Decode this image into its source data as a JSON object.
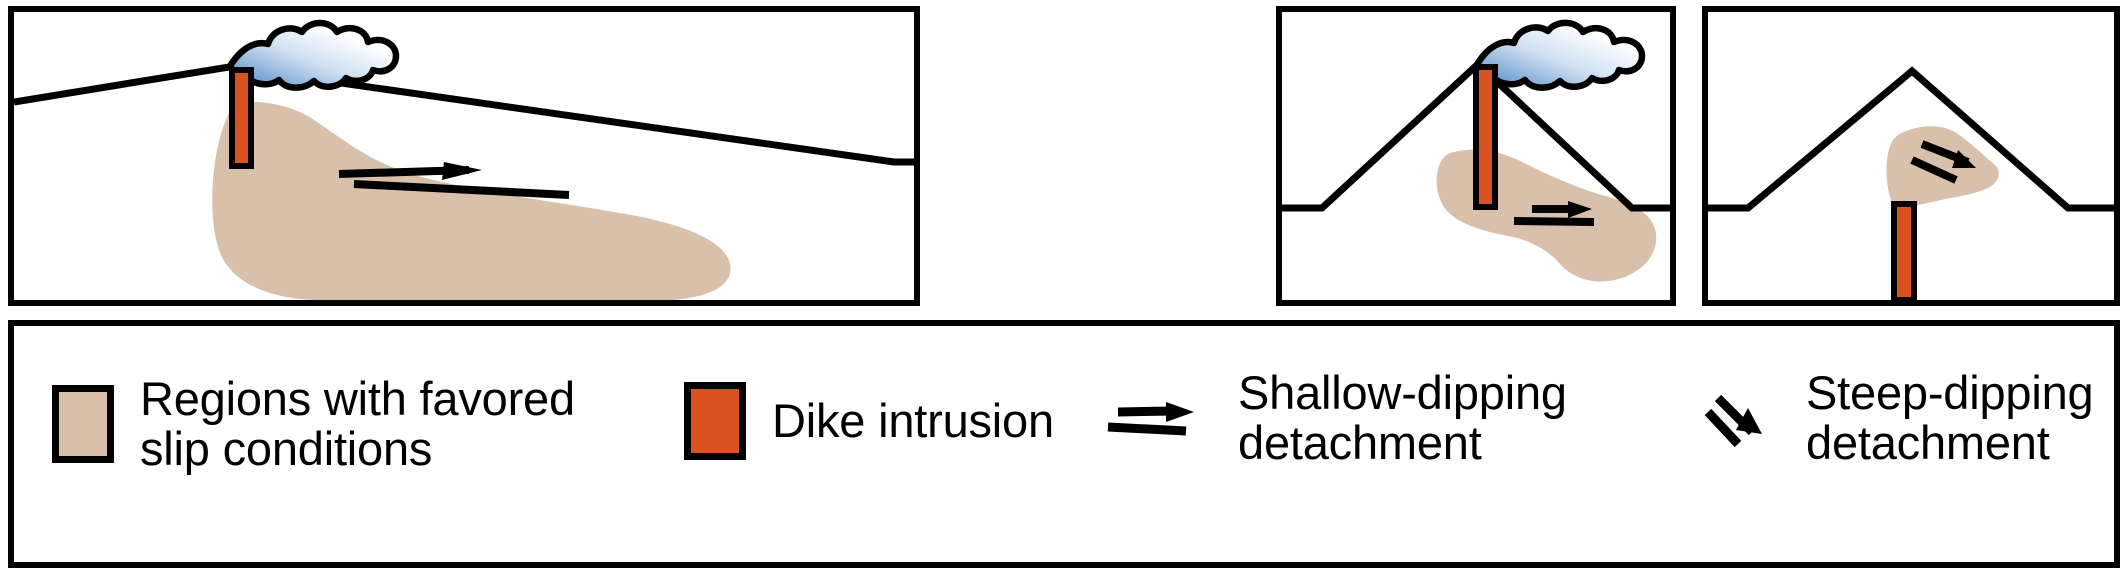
{
  "figure": {
    "kind": "geologic-cross-section-diagram",
    "panel_count": 3,
    "colors": {
      "slip_region": "#d9c0ab",
      "dike": "#d9521f",
      "outline": "#000000",
      "plume_light": "#ffffff",
      "plume_blue": "#5b92cf",
      "background": "#ffffff"
    }
  },
  "panels": [
    {
      "id": "a",
      "name": "asymmetric-edifice-shallow-detachment",
      "topography": "gently-sloping-asymmetric-flank",
      "features": [
        "eruption-plume",
        "vertical-dike-intrusion",
        "large-favored-slip-region",
        "shallow-dipping-detachment-arrow"
      ]
    },
    {
      "id": "b",
      "name": "symmetric-cone-shallow-detachment",
      "topography": "symmetric-cone",
      "features": [
        "eruption-plume",
        "vertical-dike-intrusion",
        "flank-favored-slip-region",
        "shallow-dipping-detachment-arrow"
      ]
    },
    {
      "id": "c",
      "name": "symmetric-cone-steep-detachment",
      "topography": "symmetric-cone",
      "features": [
        "deep-vertical-dike-intrusion",
        "summit-favored-slip-region",
        "steep-dipping-detachment-arrow"
      ]
    }
  ],
  "legend": {
    "entries": [
      {
        "key": "slip-region",
        "swatch": "tan-square-swatch",
        "label": "Regions with favored\nslip conditions"
      },
      {
        "key": "dike-intrusion",
        "swatch": "orange-square-swatch",
        "label": "Dike intrusion"
      },
      {
        "key": "shallow-detachment",
        "swatch": "shallow-dipping-arrow-pair-icon",
        "label": "Shallow-dipping\ndetachment"
      },
      {
        "key": "steep-detachment",
        "swatch": "steep-dipping-arrow-pair-icon",
        "label": "Steep-dipping\ndetachment"
      }
    ]
  }
}
